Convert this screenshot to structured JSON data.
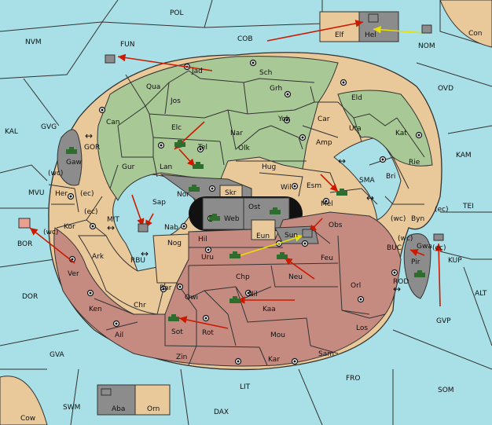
{
  "colors": {
    "sea": "#a9dfe6",
    "green_power": "#a8c896",
    "tan_power": "#e9c89a",
    "red_power": "#c58a80",
    "neutral_grey": "#8c8c8c",
    "land_unowned": "#f0cfa0",
    "order_move": "#cc1a00",
    "order_support": "#e8e000"
  },
  "labels": {
    "pol": "POL",
    "nvm": "NVM",
    "fun": "FUN",
    "cob": "COB",
    "elf": "Elf",
    "hel": "Hel",
    "nom": "NOM",
    "con": "Con",
    "ovd": "OVD",
    "jad": "Jad",
    "sch": "Sch",
    "qua": "Qua",
    "jos": "Jos",
    "grh": "Grh",
    "eld": "Eld",
    "kal": "KAL",
    "gvg": "GVG",
    "can": "Can",
    "elc": "Elc",
    "nar": "Nar",
    "yok": "Yok",
    "car": "Car",
    "uta": "Uta",
    "kat": "Kat",
    "tel": "Tel",
    "olk": "Olk",
    "amp": "Amp",
    "kam": "KAM",
    "gor": "GOR",
    "gaw": "Gaw",
    "gur": "Gur",
    "lan": "Lan",
    "hug": "Hug",
    "rie": "Rie",
    "bri": "Bri",
    "wc1": "(wc)",
    "mvu": "MVU",
    "her": "Her",
    "ec1": "(ec)",
    "nor": "Nor",
    "skr": "Skr",
    "wil": "Wil",
    "esm": "Esm",
    "sma": "SMA",
    "sap": "Sap",
    "ost": "Ost",
    "mel": "Mel",
    "tei": "TEI",
    "kor": "Kor",
    "ec2": "(ec)",
    "web": "Web",
    "obs": "Obs",
    "byn": "Byn",
    "ec3": "(ec)",
    "wc2": "(wc)",
    "bor": "BOR",
    "wc3": "(wc)",
    "mit": "MIT",
    "nab": "Nab",
    "hil": "Hil",
    "eun": "Eun",
    "sun": "Sun",
    "wc4": "(wc)",
    "gwa": "Gwa",
    "ec4": "(ec)",
    "kup": "KUP",
    "nog": "Nog",
    "ark": "Ark",
    "rbu": "RBU",
    "uru": "Uru",
    "feu": "Feu",
    "buc": "BUC",
    "pir": "Pir",
    "ver": "Ver",
    "chp": "Chp",
    "neu": "Neu",
    "orl": "Orl",
    "alt": "ALT",
    "dor": "DOR",
    "bar": "Bar",
    "qwi": "Qwi",
    "rod": "ROD",
    "nil": "Nil",
    "ken": "Ken",
    "chr": "Chr",
    "kaa": "Kaa",
    "gvp": "GVP",
    "ail": "Ail",
    "sot": "Sot",
    "rot": "Rot",
    "los": "Los",
    "mou": "Mou",
    "gva": "GVA",
    "zin": "Zin",
    "kar": "Kar",
    "sam": "Sam",
    "fro": "FRO",
    "lit": "LIT",
    "som": "SOM",
    "swm": "SWM",
    "aba": "Aba",
    "orn": "Orn",
    "dax": "DAX",
    "cow": "Cow"
  },
  "arrow_glyph": "↔"
}
